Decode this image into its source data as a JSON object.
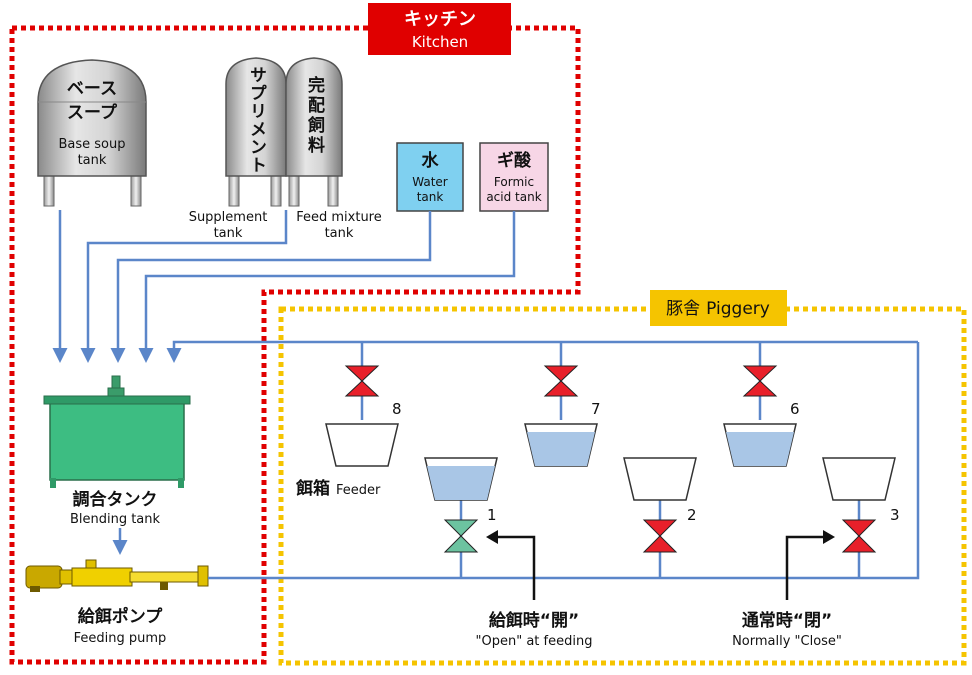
{
  "kitchen": {
    "label_jp": "キッチン",
    "label_en": "Kitchen",
    "border_color": "#e00000"
  },
  "piggery": {
    "label_jp": "豚舎",
    "label_en": "Piggery",
    "border_color": "#f5c400"
  },
  "tanks": {
    "base_soup": {
      "jp_line1": "ベース",
      "jp_line2": "スープ",
      "en_line1": "Base soup",
      "en_line2": "tank"
    },
    "supplement": {
      "jp": "サプリメント",
      "en_line1": "Supplement",
      "en_line2": "tank"
    },
    "feed_mixture": {
      "jp": "完配飼料",
      "en_line1": "Feed mixture",
      "en_line2": "tank"
    },
    "water": {
      "jp": "水",
      "en_line1": "Water",
      "en_line2": "tank",
      "color": "#7fd0f0"
    },
    "formic_acid": {
      "jp": "ギ酸",
      "en_line1": "Formic",
      "en_line2": "acid tank",
      "color": "#f7d6e6"
    }
  },
  "blending_tank": {
    "jp": "調合タンク",
    "en": "Blending tank",
    "color": "#3dbd82"
  },
  "feeding_pump": {
    "jp": "給餌ポンプ",
    "en": "Feeding pump",
    "color": "#f0d000"
  },
  "feeder": {
    "jp": "餌箱",
    "en": "Feeder"
  },
  "valves": [
    {
      "number": "8",
      "state": "closed"
    },
    {
      "number": "7",
      "state": "closed"
    },
    {
      "number": "6",
      "state": "closed"
    },
    {
      "number": "1",
      "state": "open"
    },
    {
      "number": "2",
      "state": "closed"
    },
    {
      "number": "3",
      "state": "closed"
    }
  ],
  "callouts": {
    "open": {
      "jp": "給餌時“開”",
      "en": "\"Open\" at feeding"
    },
    "close": {
      "jp": "通常時“閉”",
      "en": "Normally \"Close\""
    }
  },
  "colors": {
    "pipe": "#5b86c9",
    "valve_closed": "#e8202a",
    "valve_open": "#6cc3a0",
    "feed": "#a9c6e6"
  }
}
